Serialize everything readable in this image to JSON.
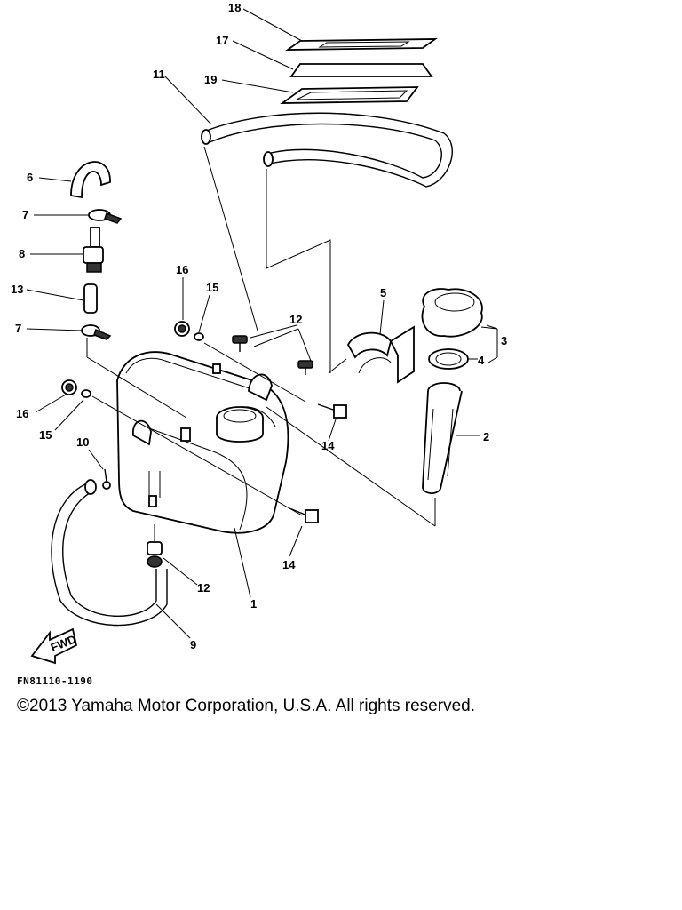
{
  "diagram": {
    "code": "FN81110-1190",
    "copyright": "©2013 Yamaha Motor Corporation, U.S.A. All rights reserved.",
    "fwd_label": "FWD",
    "callouts": {
      "c1": "1",
      "c2": "2",
      "c3": "3",
      "c4": "4",
      "c5": "5",
      "c6": "6",
      "c7a": "7",
      "c7b": "7",
      "c8": "8",
      "c9": "9",
      "c10": "10",
      "c11": "11",
      "c12a": "12",
      "c12b": "12",
      "c13": "13",
      "c14a": "14",
      "c14b": "14",
      "c15a": "15",
      "c15b": "15",
      "c16a": "16",
      "c16b": "16",
      "c17": "17",
      "c18": "18",
      "c19": "19"
    }
  }
}
